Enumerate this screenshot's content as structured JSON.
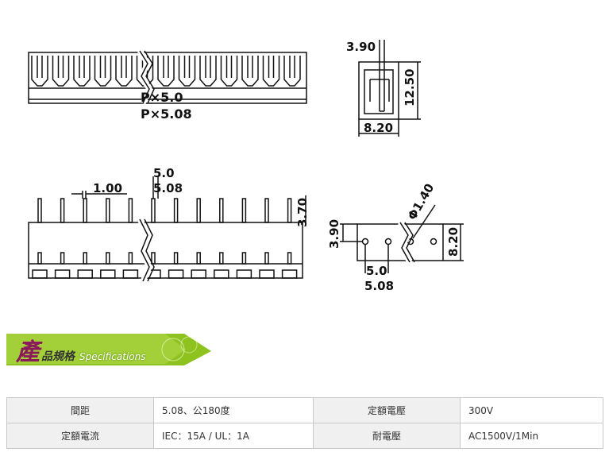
{
  "drawings": {
    "top_front": {
      "pitch_label_1": "P×5.0",
      "pitch_label_2": "P×5.08"
    },
    "top_side": {
      "dim_width": "3.90",
      "dim_height": "12.50",
      "dim_base": "8.20"
    },
    "bottom_front": {
      "dim_pin": "1.00",
      "dim_pitch_1": "5.0",
      "dim_pitch_2": "5.08",
      "dim_height": "3.70"
    },
    "bottom_side": {
      "dim_hole": "Φ1.40",
      "dim_left": "3.90",
      "dim_right": "8.20",
      "dim_pitch_1": "5.0",
      "dim_pitch_2": "5.08"
    }
  },
  "banner": {
    "title_big": "產",
    "title_rest": "品規格",
    "title_en": "Specifications"
  },
  "specs": {
    "rows": [
      [
        {
          "label": "間距",
          "value": "5.08、公180度"
        },
        {
          "label": "定額電壓",
          "value": "300V"
        }
      ],
      [
        {
          "label": "定額電流",
          "value": "IEC：15A / UL：1A"
        },
        {
          "label": "耐電壓",
          "value": "AC1500V/1Min"
        }
      ]
    ]
  }
}
